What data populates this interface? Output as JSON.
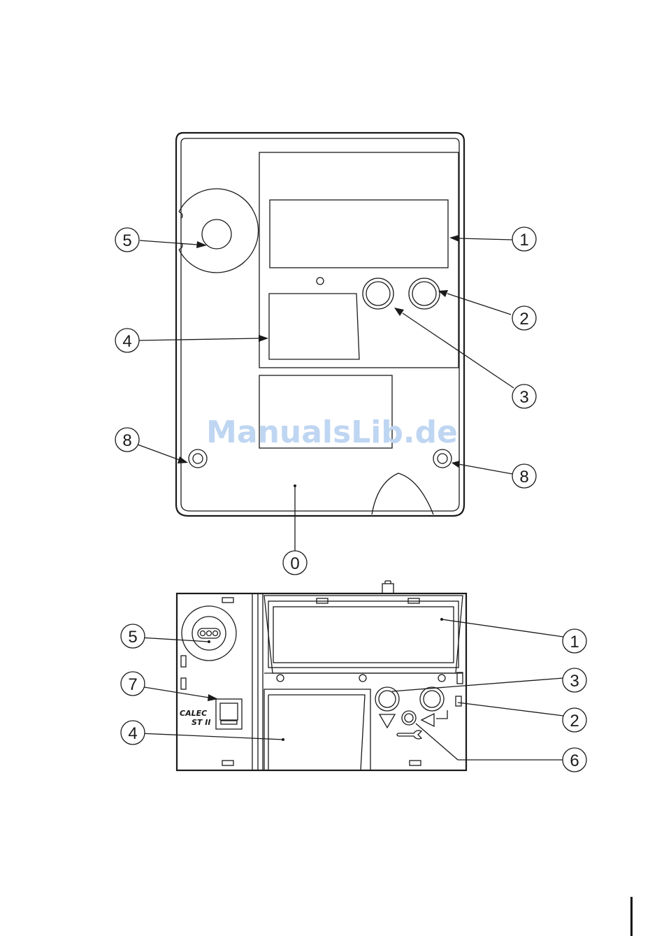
{
  "colors": {
    "line": "#1a1a1a",
    "watermark": "#bfd6f2"
  },
  "watermark": "ManualsLib.de",
  "brand_label": [
    "CALEC",
    "ST II"
  ],
  "figure_top": {
    "callouts": [
      "1",
      "2",
      "3",
      "4",
      "5",
      "8",
      "8",
      "0"
    ]
  },
  "figure_bottom": {
    "callouts": [
      "1",
      "3",
      "2",
      "6",
      "5",
      "7",
      "4"
    ],
    "icons": [
      "arrow-down-icon",
      "enter-icon",
      "wrench-icon"
    ]
  }
}
